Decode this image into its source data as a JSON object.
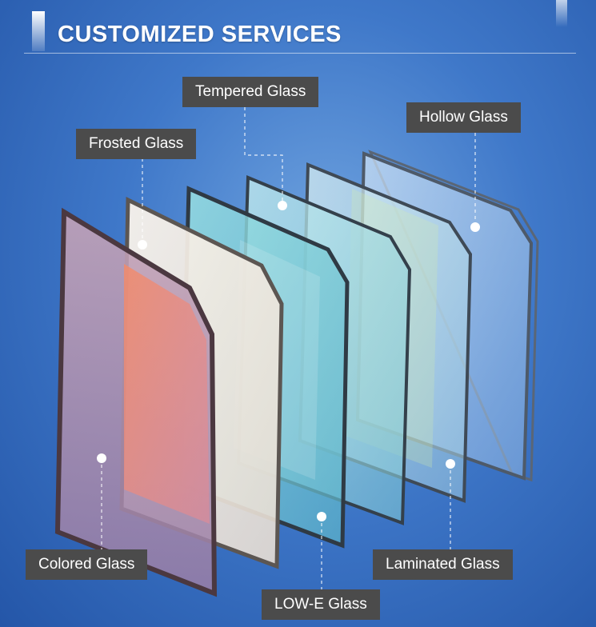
{
  "header": {
    "title": "CUSTOMIZED SERVICES"
  },
  "labels": {
    "tempered": "Tempered Glass",
    "hollow": "Hollow Glass",
    "frosted": "Frosted Glass",
    "colored": "Colored Glass",
    "laminated": "Laminated Glass",
    "lowe": "LOW-E Glass"
  },
  "colors": {
    "tag_background": "#4b4b4b",
    "tag_text": "#ffffff",
    "colored_glass": "#b08aa9",
    "frosted_glass": "#f2e9e0",
    "lowe_glass": "#7fd1d6",
    "tempered_glass": "#8fd3d8",
    "laminated_glass": "#b9dce6",
    "hollow_glass": "#a8c7e8"
  }
}
